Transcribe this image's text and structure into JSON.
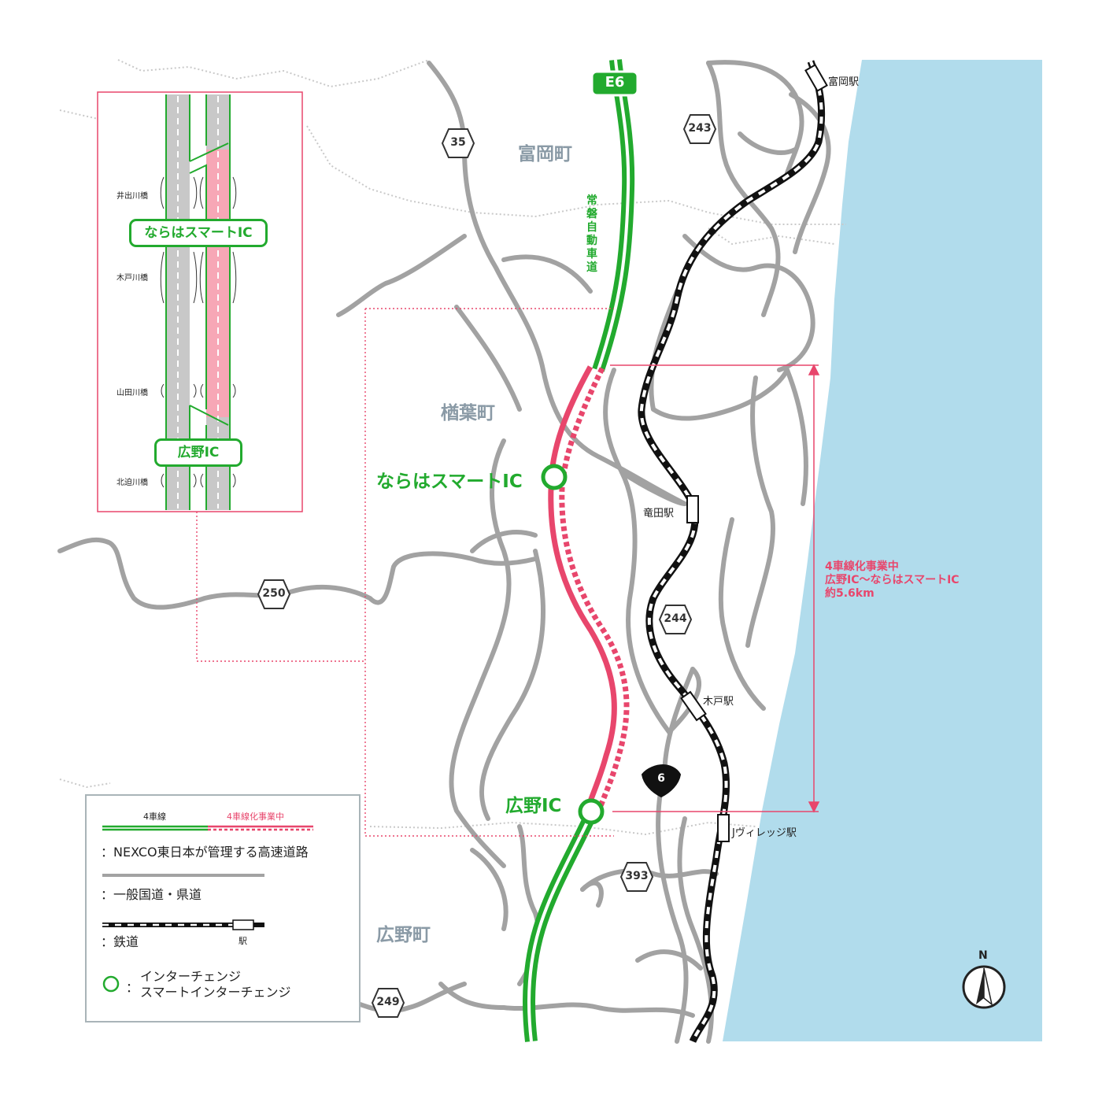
{
  "expressway": {
    "badge": "E6",
    "name_vertical": [
      "常",
      "磐",
      "自",
      "動",
      "車",
      "道"
    ]
  },
  "towns": {
    "tomioka": "富岡町",
    "naraha": "楢葉町",
    "hirono": "広野町"
  },
  "interchanges": {
    "naraha_smart": "ならはスマートIC",
    "hirono": "広野IC"
  },
  "stations": {
    "tomioka": "富岡駅",
    "tatsuta": "竜田駅",
    "kido": "木戸駅",
    "jvillage": "Jヴィレッジ駅"
  },
  "routes": {
    "r35": "35",
    "r243": "243",
    "r250": "250",
    "r244": "244",
    "r6": "6",
    "r393": "393",
    "r249": "249"
  },
  "project_info": {
    "line1": "4車線化事業中",
    "line2": "広野IC～ならはスマートIC",
    "line3": "約5.6km"
  },
  "inset": {
    "bridges": [
      "井出川橋",
      "木戸川橋",
      "山田川橋",
      "北迫川橋"
    ],
    "naraha_ic": "ならはスマートIC",
    "hirono_ic": "広野IC"
  },
  "legend": {
    "four_lane": "4車線",
    "four_lane_project": "4車線化事業中",
    "expressway_desc": "：NEXCO東日本が管理する高速道路",
    "general_road_desc": "：一般国道・県道",
    "railway_desc": "：鉄道",
    "station": "駅",
    "ic_prefix": "：",
    "ic_line1": "インターチェンジ",
    "ic_line2": "スマートインターチェンジ"
  },
  "compass": "N",
  "colors": {
    "sea": "#b1dcec",
    "expressway_green": "#22aa2e",
    "project_pink": "#e8466c",
    "general_road_gray": "#a2a2a2",
    "town_label_gray": "#8a9aa6"
  }
}
